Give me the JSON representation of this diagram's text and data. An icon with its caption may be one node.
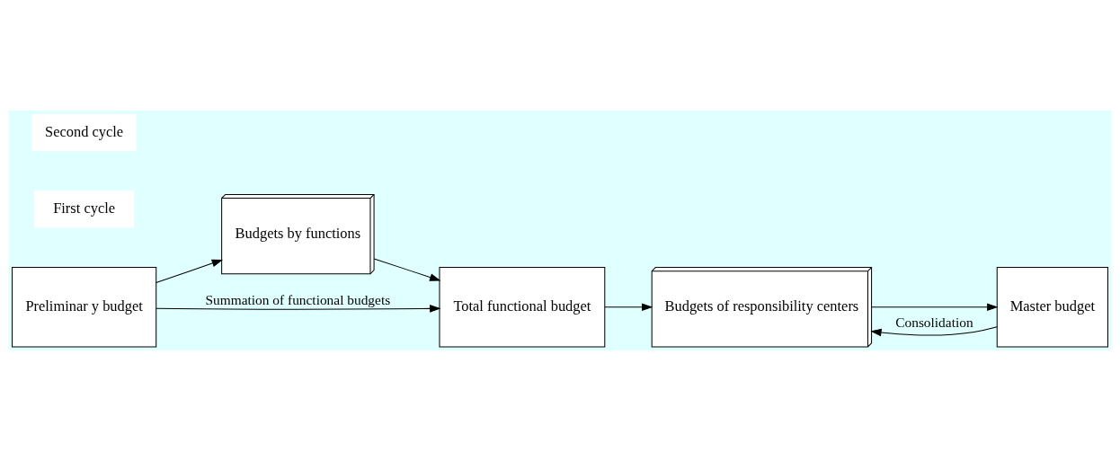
{
  "diagram": {
    "nodes": [
      {
        "text": [
          "Preliminar y budget"
        ]
      },
      {
        "text": [
          "Budgets by functions"
        ]
      },
      {
        "text": [
          "Total functional budget"
        ]
      },
      {
        "text": [
          "Budgets of responsibility centers"
        ]
      },
      {
        "text": [
          "Master budget"
        ]
      }
    ],
    "edges": [
      {
        "from": 0,
        "to": 1,
        "arrow": "to"
      },
      {
        "from": 1,
        "to": 2,
        "arrow": "to"
      },
      {
        "from": 0,
        "to": 2,
        "arrow": "to",
        "label": "Summation of functional budgets"
      },
      {
        "from": 2,
        "to": 3,
        "arrow": "to"
      },
      {
        "from": 3,
        "to": 4,
        "arrow": "to"
      },
      {
        "from": 4,
        "to": 3,
        "arrow": "to",
        "label": "Consolidation"
      }
    ],
    "labels": [
      "First cycle",
      "Second cycle"
    ]
  }
}
